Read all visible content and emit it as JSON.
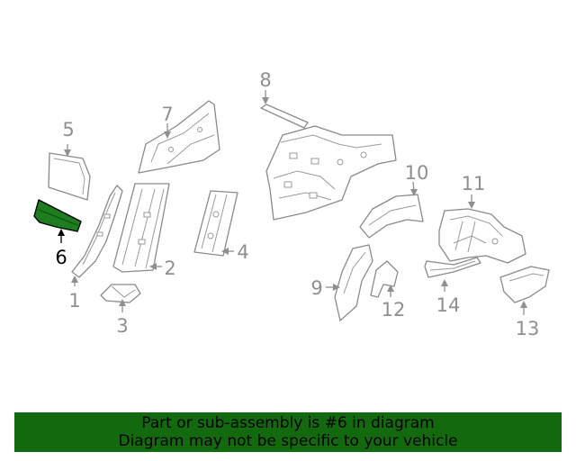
{
  "callouts": {
    "c1": "1",
    "c2": "2",
    "c3": "3",
    "c4": "4",
    "c5": "5",
    "c6": "6",
    "c7": "7",
    "c8": "8",
    "c9": "9",
    "c10": "10",
    "c11": "11",
    "c12": "12",
    "c13": "13",
    "c14": "14"
  },
  "highlighted_part": "6",
  "banner": {
    "line1": "Part or sub-assembly is #6 in diagram",
    "line2": "Diagram may not be specific to your vehicle"
  },
  "colors": {
    "highlight_fill": "#1e7d1e",
    "banner_background": "#136a0e",
    "line_art": "#8a8a8a"
  }
}
